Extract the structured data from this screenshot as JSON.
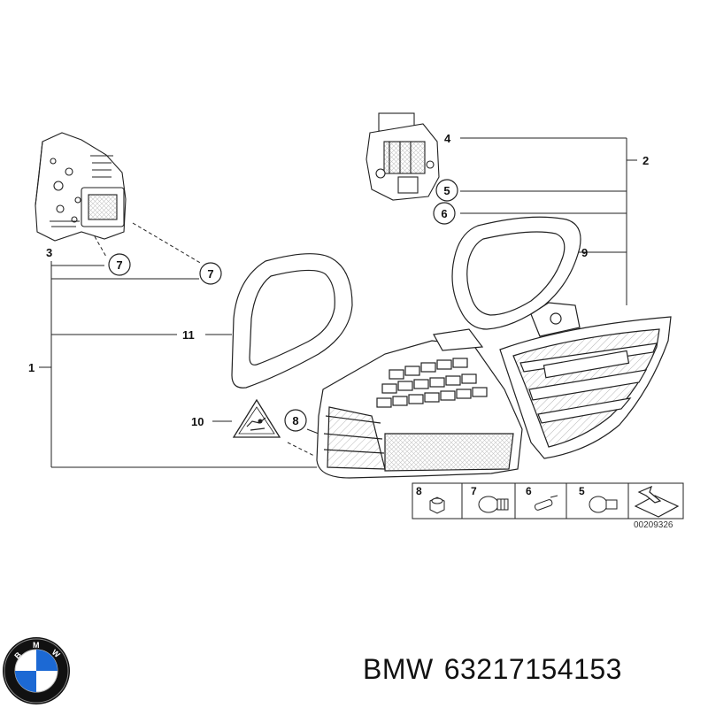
{
  "diagram": {
    "ref_code": "00209326",
    "callouts": {
      "c1": "1",
      "c2": "2",
      "c3": "3",
      "c4": "4",
      "c5": "5",
      "c6": "6",
      "c7a": "7",
      "c7b": "7",
      "c8": "8",
      "c9": "9",
      "c10": "10",
      "c11": "11"
    },
    "legend": {
      "l8": "8",
      "l7": "7",
      "l6": "6",
      "l5": "5"
    }
  },
  "caption": {
    "brand": "BMW",
    "part_number": "63217154153"
  },
  "logo": {
    "letters": [
      "B",
      "M",
      "W"
    ],
    "colors": {
      "blue": "#1c69d4",
      "ring": "#111111",
      "white": "#ffffff"
    }
  },
  "colors": {
    "line": "#222222",
    "hatch": "#9a9a9a"
  }
}
